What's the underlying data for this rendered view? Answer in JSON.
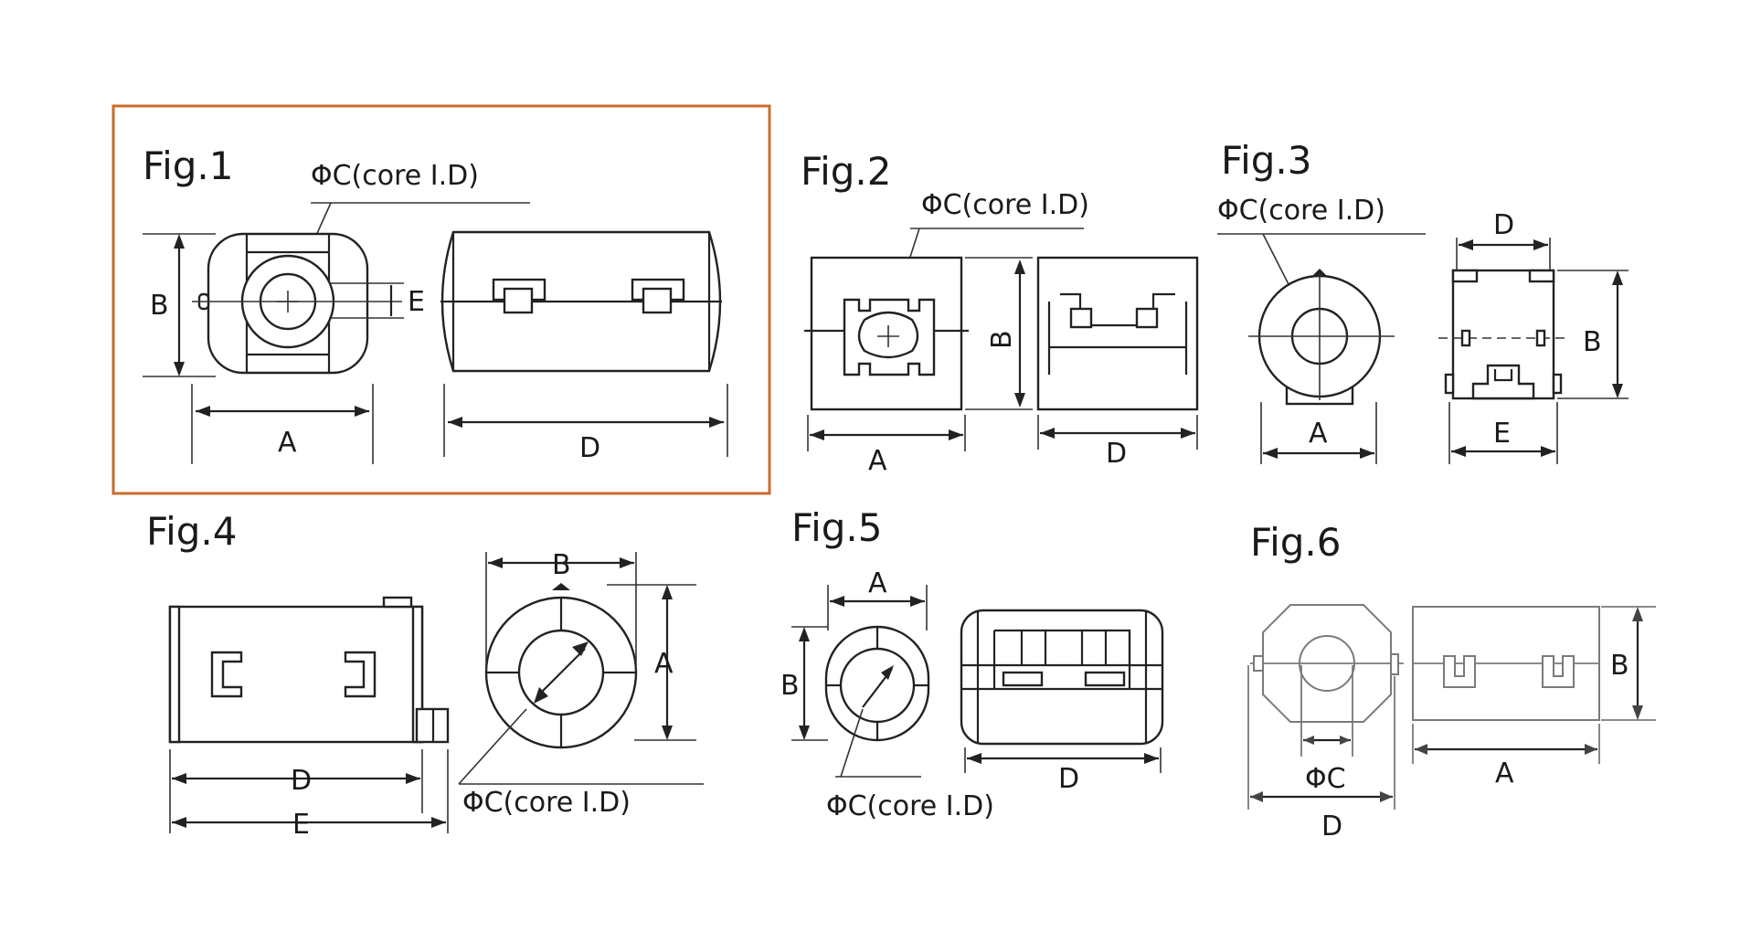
{
  "highlight_color": "#cc6b2c",
  "figures": {
    "fig1": {
      "title": "Fig.1",
      "core_label": "ΦC(core I.D)",
      "dims": {
        "b": "B",
        "e": "E",
        "a": "A",
        "d": "D"
      }
    },
    "fig2": {
      "title": "Fig.2",
      "core_label": "ΦC(core I.D)",
      "dims": {
        "b": "B",
        "a": "A",
        "d": "D"
      }
    },
    "fig3": {
      "title": "Fig.3",
      "core_label": "ΦC(core I.D)",
      "dims": {
        "d": "D",
        "b": "B",
        "a": "A",
        "e": "E"
      }
    },
    "fig4": {
      "title": "Fig.4",
      "core_label": "ΦC(core I.D)",
      "dims": {
        "b": "B",
        "a": "A",
        "d": "D",
        "e": "E"
      }
    },
    "fig5": {
      "title": "Fig.5",
      "core_label": "ΦC(core I.D)",
      "dims": {
        "a": "A",
        "b": "B",
        "d": "D"
      }
    },
    "fig6": {
      "title": "Fig.6",
      "dims": {
        "c": "ΦC",
        "d": "D",
        "b": "B",
        "a": "A"
      }
    }
  }
}
